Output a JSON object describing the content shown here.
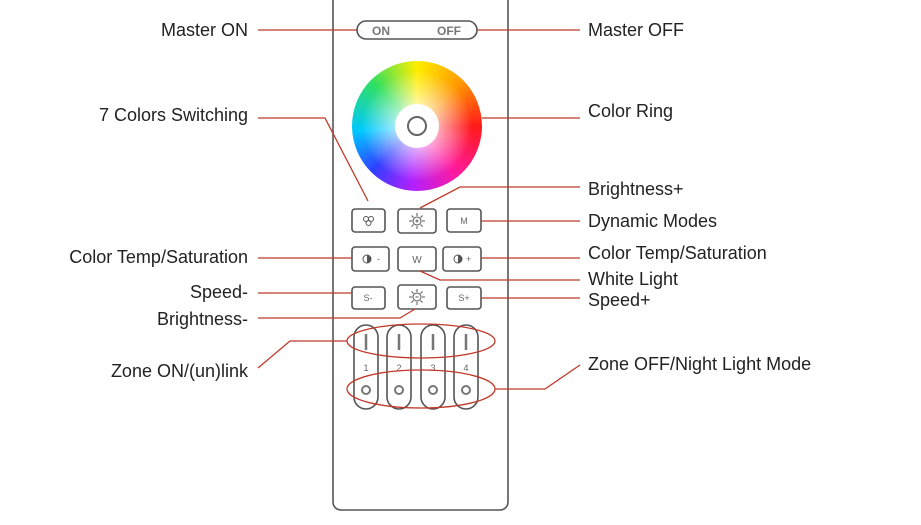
{
  "remote": {
    "on_label": "ON",
    "off_label": "OFF",
    "buttons": {
      "mode": "M",
      "white": "W",
      "speed_minus": "S-",
      "speed_plus": "S+",
      "ct_minus": "-",
      "ct_plus": "+"
    },
    "zones": [
      "1",
      "2",
      "3",
      "4"
    ]
  },
  "labels_left": {
    "master_on": "Master ON",
    "seven_colors": "7 Colors Switching",
    "color_temp": "Color Temp/Saturation",
    "speed_minus": "Speed-",
    "brightness_minus": "Brightness-",
    "zone_on": "Zone ON/(un)link"
  },
  "labels_right": {
    "master_off": "Master OFF",
    "color_ring": "Color Ring",
    "brightness_plus": "Brightness+",
    "dynamic_modes": "Dynamic Modes",
    "color_temp": "Color Temp/Saturation",
    "white_light": "White Light",
    "speed_plus": "Speed+",
    "zone_off": "Zone OFF/Night Light Mode"
  },
  "colors": {
    "callout": "#c0392b",
    "outline": "#555555"
  }
}
